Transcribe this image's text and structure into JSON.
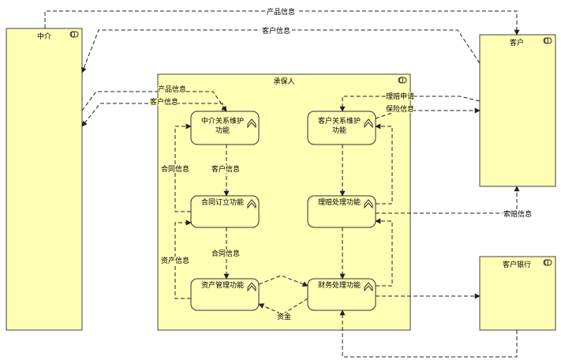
{
  "actors": {
    "agent": "中介",
    "customer": "客户",
    "insurer": "承保人",
    "bank": "客户银行"
  },
  "functions": {
    "agent_relation": [
      "中介关系维护",
      "功能"
    ],
    "customer_relation": [
      "客户关系维护",
      "功能"
    ],
    "contract": "合同订立功能",
    "claims": "理赔处理功能",
    "asset": "资产管理功能",
    "finance": "财务处理功能"
  },
  "flows": {
    "top_product_info": "产品信息",
    "top_customer_info": "客户信息",
    "inner_product_info": "产品信息",
    "inner_customer_info": "客户信息",
    "claim_request": "理赔申请",
    "insurance_info": "保险信息",
    "contract_info_left": "合同信息",
    "customer_info_mid": "客户信息",
    "contract_info_mid": "合同信息",
    "asset_info": "资产信息",
    "claim_info": "索赔信息",
    "funds": "资金"
  }
}
